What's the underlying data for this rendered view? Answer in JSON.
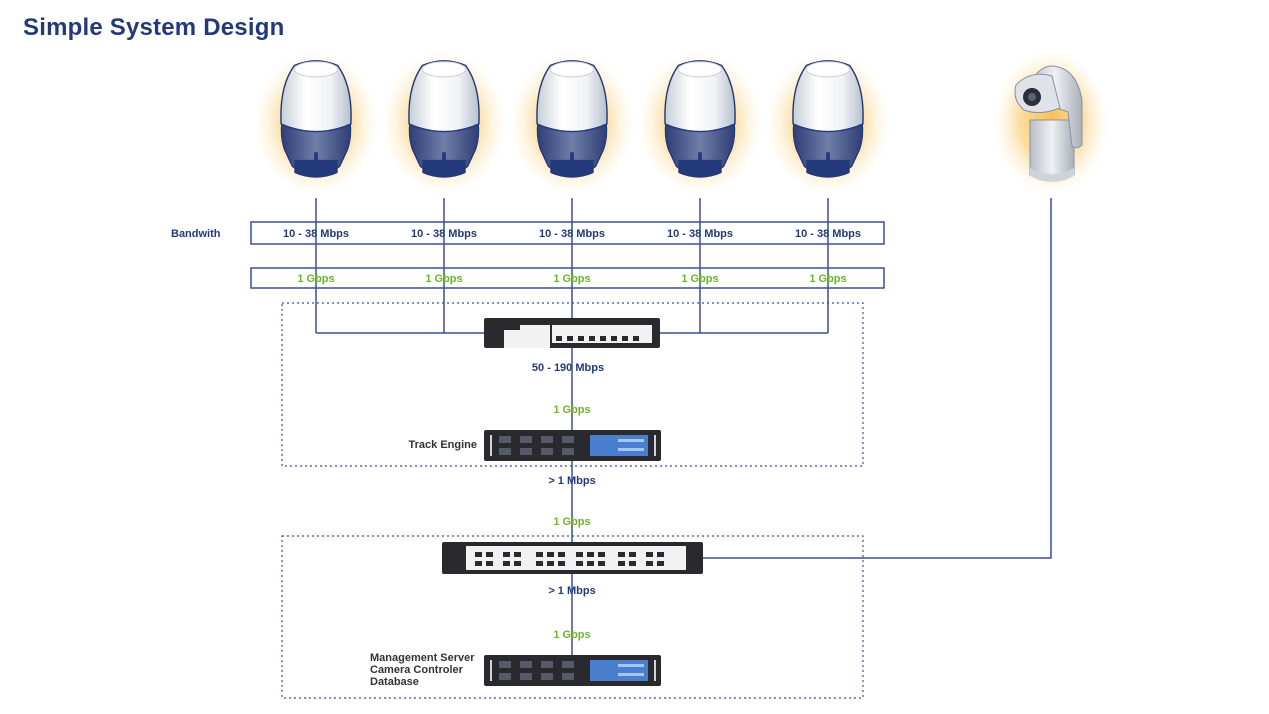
{
  "title": "Simple System Design",
  "labels": {
    "bandwidth": "Bandwith",
    "camera_bandwidth": [
      "10 - 38 Mbps",
      "10 - 38 Mbps",
      "10 - 38 Mbps",
      "10 - 38 Mbps",
      "10 - 38 Mbps"
    ],
    "camera_link": [
      "1 Gbps",
      "1 Gbps",
      "1 Gbps",
      "1 Gbps",
      "1 Gbps"
    ],
    "switch_uplink_bw": "50 - 190 Mbps",
    "track_engine_link": "1 Gbps",
    "track_engine": "Track Engine",
    "track_engine_out_bw": "> 1 Mbps",
    "main_switch_link": "1 Gbps",
    "main_switch_out_bw": "> 1 Mbps",
    "server_link": "1 Gbps",
    "server_roles": [
      "Management Server",
      "Camera Controler",
      "Database"
    ]
  },
  "colors": {
    "title": "#23397a",
    "navy": "#23397a",
    "green": "#6fb52c",
    "line": "#3b4f9a",
    "glow": "#f6b634"
  },
  "icons": {
    "camera": "dome-camera-icon",
    "ptz": "ptz-camera-icon",
    "small_switch": "network-switch-icon",
    "server": "rack-server-icon",
    "main_switch": "rack-switch-icon"
  }
}
